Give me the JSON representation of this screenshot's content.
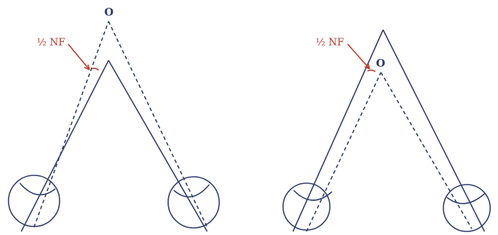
{
  "colors": {
    "line": "#2b3a6b",
    "accent": "#c0392b"
  },
  "figures": [
    {
      "point_label": "O",
      "nf_label": "½ NF"
    },
    {
      "point_label": "O",
      "nf_label": "½ NF"
    }
  ]
}
